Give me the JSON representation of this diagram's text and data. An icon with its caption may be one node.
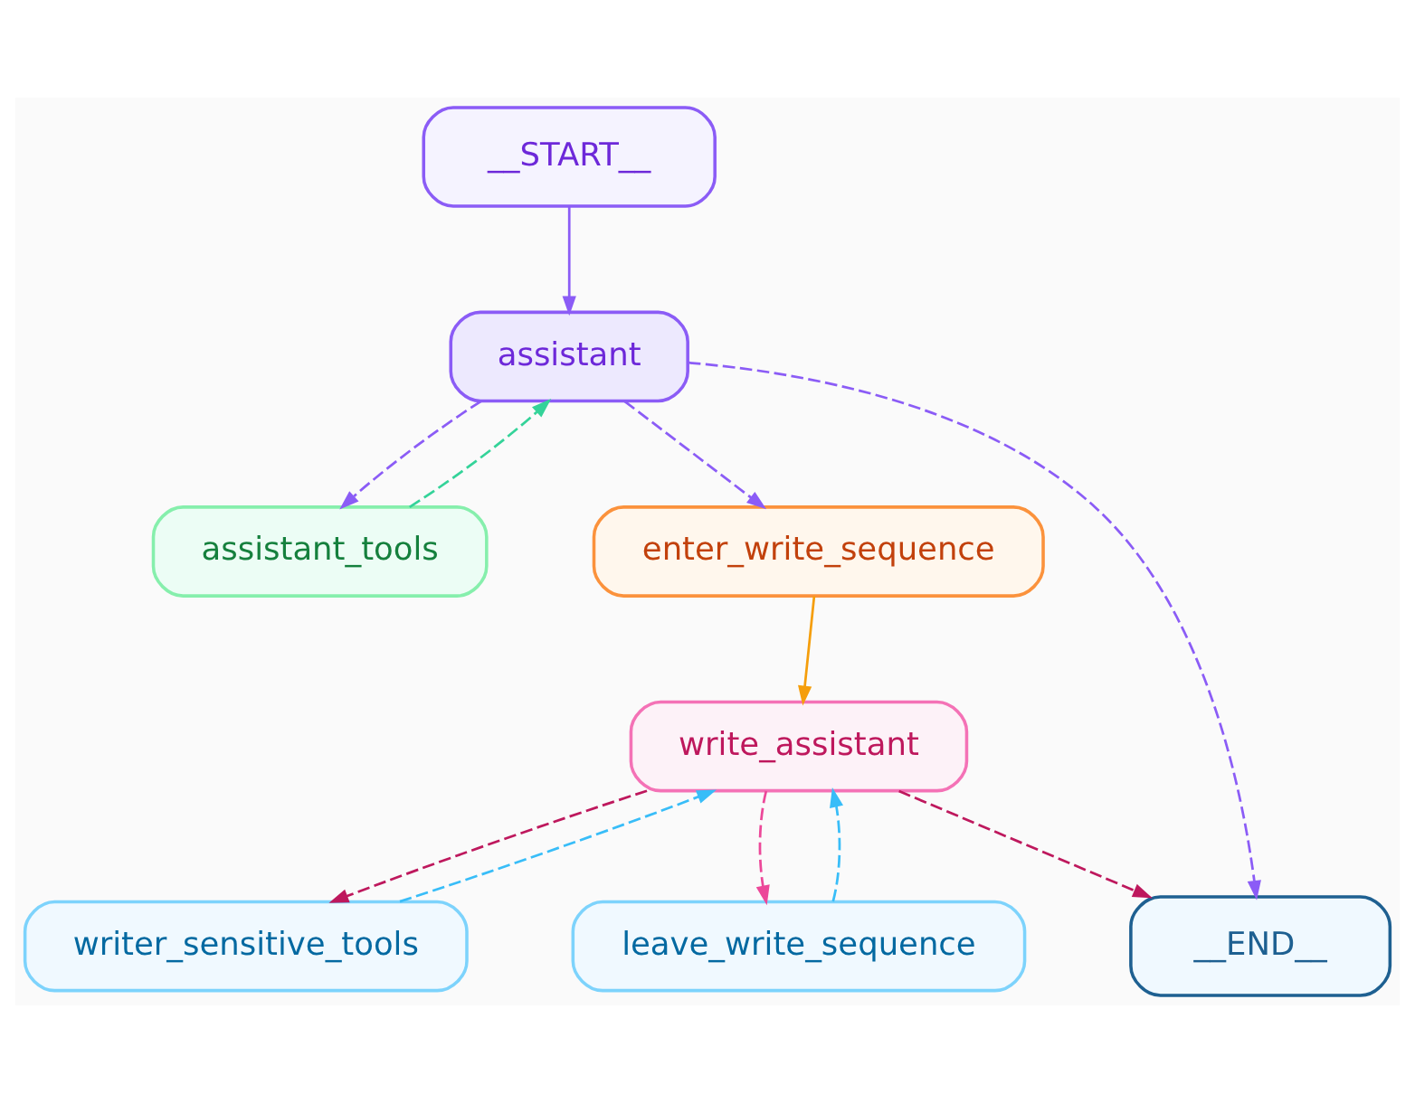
{
  "diagram": {
    "nodes": [
      {
        "text": [
          "__START__"
        ]
      },
      {
        "text": [
          "assistant"
        ]
      },
      {
        "text": [
          "assistant_tools"
        ]
      },
      {
        "text": [
          "enter_write_sequence"
        ]
      },
      {
        "text": [
          "write_assistant"
        ]
      },
      {
        "text": [
          "writer_sensitive_tools"
        ]
      },
      {
        "text": [
          "leave_write_sequence"
        ]
      },
      {
        "text": [
          "__END__"
        ]
      }
    ],
    "edges": [
      {
        "from": 0,
        "to": 1,
        "arrow": "to",
        "color": "#8b5cf6"
      },
      {
        "from": 1,
        "to": 2,
        "arrow": "to",
        "style": "dashed",
        "color": "#8b5cf6"
      },
      {
        "from": 2,
        "to": 1,
        "arrow": "to",
        "style": "dashed",
        "color": "#34d399"
      },
      {
        "from": 1,
        "to": 3,
        "arrow": "to",
        "style": "dashed",
        "color": "#8b5cf6"
      },
      {
        "from": 1,
        "to": 7,
        "arrow": "to",
        "style": "dashed",
        "color": "#8b5cf6"
      },
      {
        "from": 3,
        "to": 4,
        "arrow": "to",
        "color": "#f59e0b"
      },
      {
        "from": 4,
        "to": 5,
        "arrow": "to",
        "style": "dashed",
        "color": "#be185d"
      },
      {
        "from": 5,
        "to": 4,
        "arrow": "to",
        "style": "dashed",
        "color": "#38bdf8"
      },
      {
        "from": 4,
        "to": 6,
        "arrow": "to",
        "style": "dashed",
        "color": "#ec4899"
      },
      {
        "from": 6,
        "to": 4,
        "arrow": "to",
        "style": "dashed",
        "color": "#38bdf8"
      },
      {
        "from": 4,
        "to": 7,
        "arrow": "to",
        "style": "dashed",
        "color": "#be185d"
      }
    ]
  }
}
